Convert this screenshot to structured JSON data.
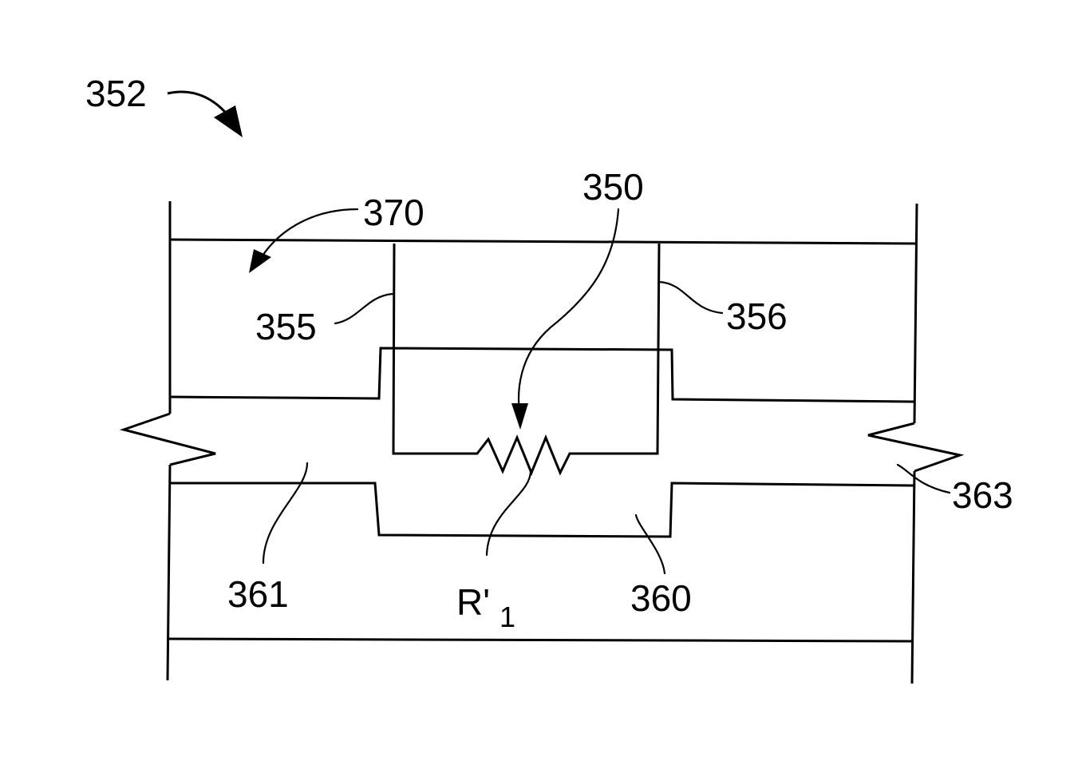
{
  "labels": {
    "assembly": "352",
    "resistor": "350",
    "region": "370",
    "edge_left": "355",
    "edge_right": "356",
    "layer_left": "361",
    "layer_center": "360",
    "layer_right": "363",
    "resistance_main": "R'",
    "resistance_sub": "1"
  }
}
